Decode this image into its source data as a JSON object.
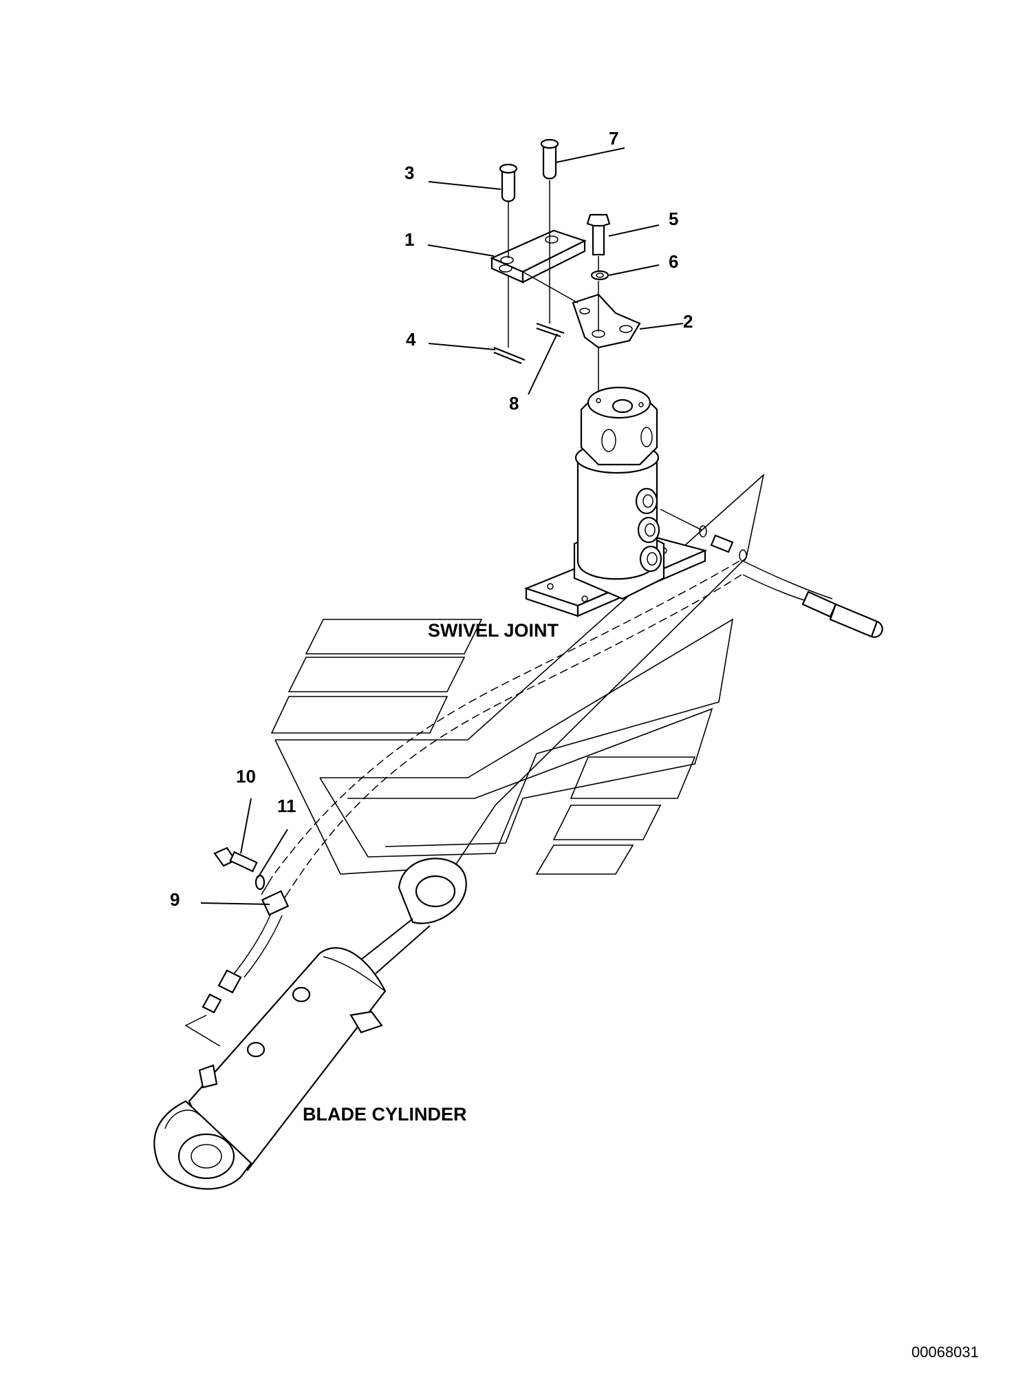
{
  "labels": {
    "swivel_joint": "SWIVEL JOINT",
    "blade_cylinder": "BLADE CYLINDER"
  },
  "callouts": {
    "c1": "1",
    "c2": "2",
    "c3": "3",
    "c4": "4",
    "c5": "5",
    "c6": "6",
    "c7": "7",
    "c8": "8",
    "c9": "9",
    "c10": "10",
    "c11": "11"
  },
  "drawing_number": "00068031"
}
